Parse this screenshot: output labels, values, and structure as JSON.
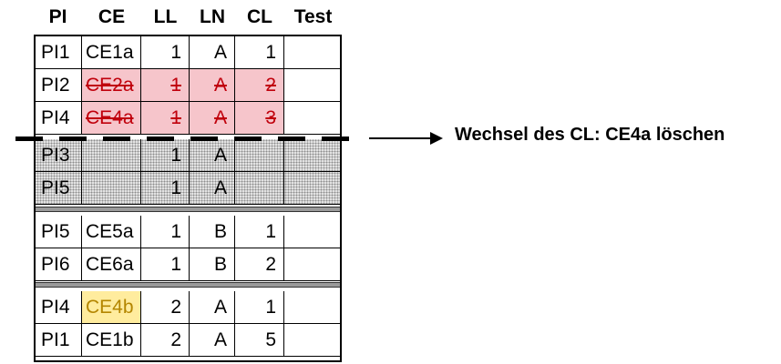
{
  "headers": [
    "PI",
    "CE",
    "LL",
    "LN",
    "CL",
    "Test"
  ],
  "rows": [
    [
      "PI1",
      "CE1a",
      "1",
      "A",
      "1",
      ""
    ],
    [
      "PI2",
      "CE2a",
      "1",
      "A",
      "2",
      ""
    ],
    [
      "PI4",
      "CE4a",
      "1",
      "A",
      "3",
      ""
    ],
    [
      "PI3",
      "",
      "1",
      "A",
      "",
      ""
    ],
    [
      "PI5",
      "",
      "1",
      "A",
      "",
      ""
    ],
    [
      "PI5",
      "CE5a",
      "1",
      "B",
      "1",
      ""
    ],
    [
      "PI6",
      "CE6a",
      "1",
      "B",
      "2",
      ""
    ],
    [
      "PI4",
      "CE4b",
      "2",
      "A",
      "1",
      ""
    ],
    [
      "PI1",
      "CE1b",
      "2",
      "A",
      "5",
      ""
    ]
  ],
  "annotation": "Wechsel des CL: CE4a löschen",
  "colors": {
    "struck_text": "#c0000c",
    "struck_fill": "#f6c5cb",
    "highlight_fill": "#ffec9e",
    "highlight_text": "#b48600"
  }
}
